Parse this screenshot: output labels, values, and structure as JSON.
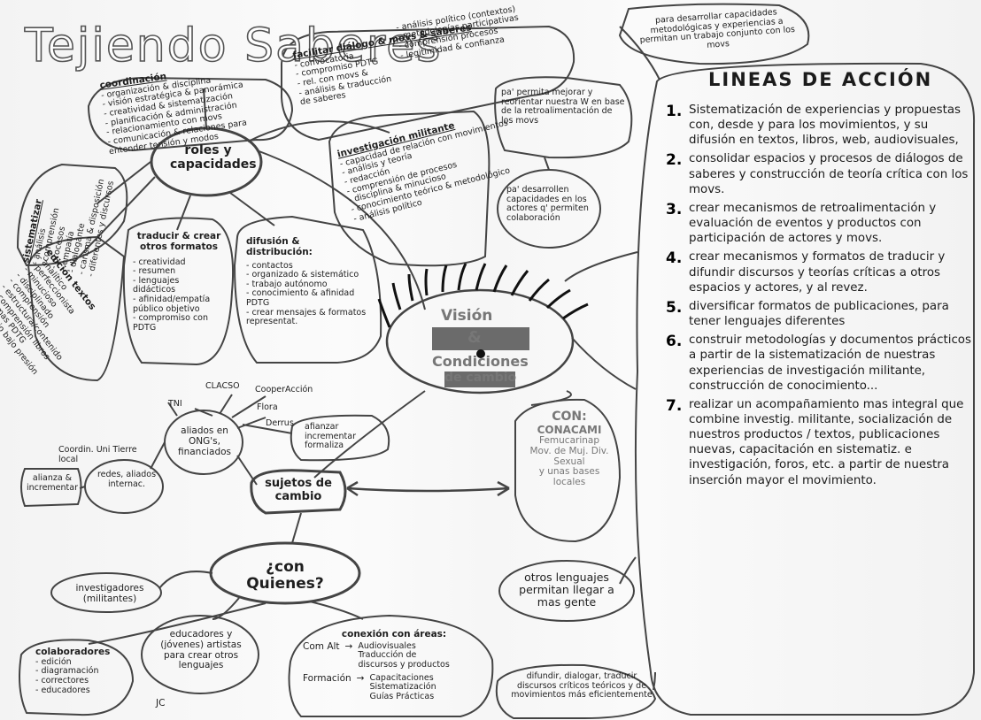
{
  "title": "Tejiendo Saberes",
  "center": {
    "label_1": "Visión",
    "label_2": "&",
    "label_3": "Condiciones",
    "label_4": "de cambio"
  },
  "roles": {
    "label": "roles y capacidades",
    "coordinacion": {
      "title": "coordinación",
      "items": [
        "organización & disciplina",
        "visión estratégica & panorámica",
        "creatividad & sistematización",
        "planificación & administración",
        "relacionamiento con movs",
        "comunicación & relaciones para entender tensión y modos"
      ]
    },
    "facilitar": {
      "title": "facilitar diálogo & movs & saberes",
      "items": [
        "convocatoria",
        "compromiso PDTG",
        "rel. con movs &",
        "análisis & traducción de saberes"
      ],
      "items_right": [
        "análisis político (contextos)",
        "metodologías participativas",
        "comprensión procesos",
        "legitimidad & confianza"
      ]
    },
    "investigacion": {
      "title": "investigación militante",
      "items": [
        "capacidad de relación con movimientos",
        "análisis y teoría",
        "redacción",
        "comprensión de procesos",
        "disciplina & minucioso",
        "conocimiento teórico & metodológico",
        "análisis político"
      ]
    },
    "sistematizar": {
      "title": "sistematizar",
      "items": [
        "análisis",
        "comprensión",
        "procesos",
        "empatía",
        "dialogante",
        "carisma & disposición",
        "diferentes y discursos"
      ]
    },
    "edicion": {
      "title": "edición textos",
      "items": [
        "analítico",
        "perfeccionista",
        "minucioso",
        "disciplinado",
        "comprensión",
        "estructura/contenido",
        "comprensión libros",
        "temas PDTG",
        "trabajo bajo presión"
      ]
    },
    "traducir": {
      "title": "traducir & crear otros formatos",
      "items": [
        "creatividad",
        "resumen",
        "lenguajes didácticos",
        "afinidad/empatía público objetivo",
        "compromiso con PDTG"
      ]
    },
    "difusion": {
      "title": "difusión & distribución:",
      "items": [
        "contactos",
        "organizado & sistemático",
        "trabajo autónomo",
        "conocimiento & afinidad PDTG",
        "crear mensajes & formatos representat."
      ]
    }
  },
  "top_notes": {
    "para_desarrollar": "para desarrollar capacidades metodológicas y experiencias a permitan un trabajo conjunto con los movs",
    "pa_permita": "pa' permita mejorar y reorientar nuestra W en base de la retroalimentación de los movs",
    "pa_desarrollen": "pa' desarrollen capacidades en los actores q' permiten colaboración"
  },
  "aliados": {
    "ong": "aliados en ONG's, financiados",
    "orgs": [
      "TNI",
      "CLACSO",
      "CooperAcción",
      "Flora",
      "Derrus"
    ],
    "alianzas": "afianzar incrementar formaliza",
    "redes": "redes, aliados internac.",
    "coordinadora": "Coordin. Uni Tierre local",
    "alianza_inc": "alianza & incrementar"
  },
  "sujetos": "sujetos de cambio",
  "con": {
    "label": "CON:",
    "items": [
      "CONACAMI",
      "Femucarinap",
      "Mov. de Muj. Div. Sexual",
      "y unas bases locales"
    ]
  },
  "con_quienes": "¿con Quienes?",
  "otros_lenguajes": "otros lenguajes permitan llegar a mas gente",
  "investigadores": "investigadores (militantes)",
  "educadores": "educadores y (jóvenes) artistas para crear otros lenguajes",
  "colaboradores": {
    "title": "colaboradores",
    "items": [
      "edición",
      "diagramación",
      "correctores",
      "educadores"
    ]
  },
  "jc": "JC",
  "conexion": {
    "title": "conexión con áreas:",
    "com_alt": "Com Alt",
    "com_alt_items": [
      "Audiovisuales",
      "Traducción de discursos y productos"
    ],
    "formacion": "Formación",
    "formacion_items": [
      "Capacitaciones",
      "Sistematización",
      "Guías Prácticas"
    ]
  },
  "difundir": "difundir, dialogar, traducir discursos críticos teóricos y de movimientos más eficientemente",
  "lineas": {
    "title": "LINEAS DE ACCIÓN",
    "items": [
      {
        "n": "1.",
        "text": "Sistematización de experiencias y propuestas con, desde y para los movimientos, y su difusión en textos, libros, web, audiovisuales,"
      },
      {
        "n": "2.",
        "text": "consolidar espacios y procesos de diálogos de saberes y construcción de teoría crítica con los movs."
      },
      {
        "n": "3.",
        "text": "crear mecanismos de retroalimentación y evaluación de eventos y productos con participación de actores y movs."
      },
      {
        "n": "4.",
        "text": "crear mecanismos y formatos de traducir y difundir discursos y teorías críticas a otros espacios y actores, y al revez."
      },
      {
        "n": "5.",
        "text": "diversificar formatos de publicaciones, para tener lenguajes diferentes"
      },
      {
        "n": "6.",
        "text": "construir metodologías y documentos prácticos a partir de la sistematización de nuestras experiencias de investigación militante, construcción de conocimiento..."
      },
      {
        "n": "7.",
        "text": "realizar un acompañamiento mas integral que combine investig. militante, socialización de nuestros productos / textos, publicaciones nuevas, capacitación en sistematiz. e investigación, foros, etc. a partir de nuestra inserción mayor el movimiento."
      }
    ]
  }
}
